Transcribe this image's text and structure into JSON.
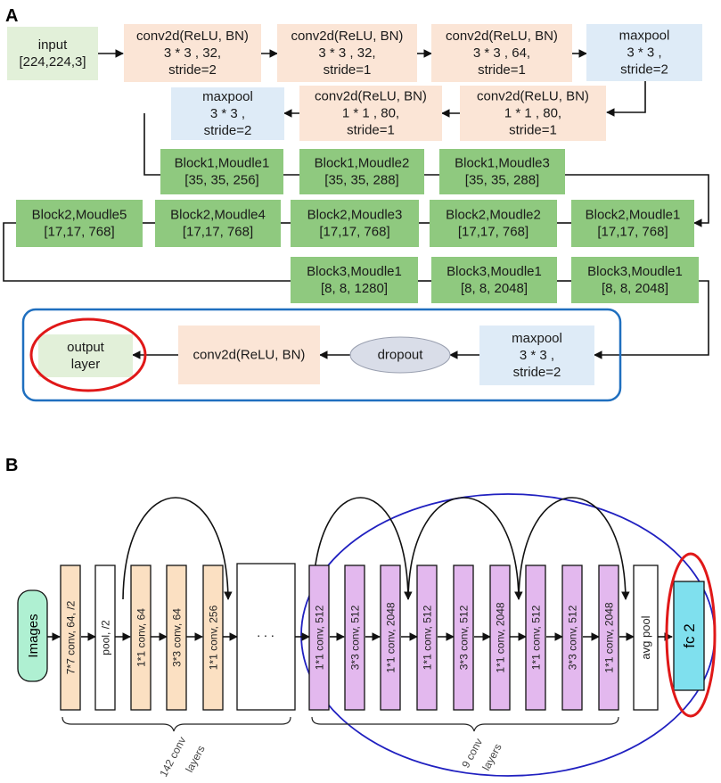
{
  "panel_a": {
    "label": "A",
    "nodes": [
      {
        "id": "input",
        "lines": [
          "input",
          "[224,224,3]"
        ],
        "kind": "input"
      },
      {
        "id": "conv1",
        "lines": [
          "conv2d(ReLU, BN)",
          "3 * 3 , 32,",
          "stride=2"
        ],
        "kind": "conv"
      },
      {
        "id": "conv2",
        "lines": [
          "conv2d(ReLU, BN)",
          "3 * 3 , 32,",
          "stride=1"
        ],
        "kind": "conv"
      },
      {
        "id": "conv3",
        "lines": [
          "conv2d(ReLU, BN)",
          "3 * 3 , 64,",
          "stride=1"
        ],
        "kind": "conv"
      },
      {
        "id": "maxpool1",
        "lines": [
          "maxpool",
          "3 * 3 ,",
          "stride=2"
        ],
        "kind": "pool"
      },
      {
        "id": "conv4",
        "lines": [
          "conv2d(ReLU, BN)",
          "1 * 1 , 80,",
          "stride=1"
        ],
        "kind": "conv"
      },
      {
        "id": "conv5",
        "lines": [
          "conv2d(ReLU, BN)",
          "1 * 1 , 80,",
          "stride=1"
        ],
        "kind": "conv"
      },
      {
        "id": "maxpool2",
        "lines": [
          "maxpool",
          "3 * 3 ,",
          "stride=2"
        ],
        "kind": "pool"
      },
      {
        "id": "b1m1",
        "lines": [
          "Block1,Moudle1",
          "[35, 35, 256]"
        ],
        "kind": "block"
      },
      {
        "id": "b1m2",
        "lines": [
          "Block1,Moudle2",
          "[35, 35, 288]"
        ],
        "kind": "block"
      },
      {
        "id": "b1m3",
        "lines": [
          "Block1,Moudle3",
          "[35, 35, 288]"
        ],
        "kind": "block"
      },
      {
        "id": "b2m1",
        "lines": [
          "Block2,Moudle1",
          "[17,17, 768]"
        ],
        "kind": "block"
      },
      {
        "id": "b2m2",
        "lines": [
          "Block2,Moudle2",
          "[17,17, 768]"
        ],
        "kind": "block"
      },
      {
        "id": "b2m3",
        "lines": [
          "Block2,Moudle3",
          "[17,17, 768]"
        ],
        "kind": "block"
      },
      {
        "id": "b2m4",
        "lines": [
          "Block2,Moudle4",
          "[17,17, 768]"
        ],
        "kind": "block"
      },
      {
        "id": "b2m5",
        "lines": [
          "Block2,Moudle5",
          "[17,17, 768]"
        ],
        "kind": "block"
      },
      {
        "id": "b3m1a",
        "lines": [
          "Block3,Moudle1",
          "[8, 8, 1280]"
        ],
        "kind": "block"
      },
      {
        "id": "b3m1b",
        "lines": [
          "Block3,Moudle1",
          "[8, 8, 2048]"
        ],
        "kind": "block"
      },
      {
        "id": "b3m1c",
        "lines": [
          "Block3,Moudle1",
          "[8, 8, 2048]"
        ],
        "kind": "block"
      },
      {
        "id": "maxpool3",
        "lines": [
          "maxpool",
          "3 * 3 ,",
          "stride=2"
        ],
        "kind": "pool"
      },
      {
        "id": "dropout",
        "lines": [
          "dropout"
        ],
        "kind": "dropout"
      },
      {
        "id": "conv6",
        "lines": [
          "conv2d(ReLU, BN)"
        ],
        "kind": "conv"
      },
      {
        "id": "output",
        "lines": [
          "output",
          "layer"
        ],
        "kind": "input"
      }
    ]
  },
  "panel_b": {
    "label": "B",
    "images_label": "Images",
    "layers": [
      {
        "id": "c7",
        "label": "7*7 conv, 64, /2",
        "kind": "orange"
      },
      {
        "id": "pool",
        "label": "pool, /2",
        "kind": "white"
      },
      {
        "id": "o1",
        "label": "1*1 conv, 64",
        "kind": "orange"
      },
      {
        "id": "o2",
        "label": "3*3 conv, 64",
        "kind": "orange"
      },
      {
        "id": "o3",
        "label": "1*1 conv, 256",
        "kind": "orange"
      },
      {
        "id": "p1",
        "label": "1*1 conv, 512",
        "kind": "purple"
      },
      {
        "id": "p2",
        "label": "3*3 conv, 512",
        "kind": "purple"
      },
      {
        "id": "p3",
        "label": "1*1 conv, 2048",
        "kind": "purple"
      },
      {
        "id": "p4",
        "label": "1*1 conv, 512",
        "kind": "purple"
      },
      {
        "id": "p5",
        "label": "3*3 conv, 512",
        "kind": "purple"
      },
      {
        "id": "p6",
        "label": "1*1 conv, 2048",
        "kind": "purple"
      },
      {
        "id": "p7",
        "label": "1*1 conv, 512",
        "kind": "purple"
      },
      {
        "id": "p8",
        "label": "3*3 conv, 512",
        "kind": "purple"
      },
      {
        "id": "p9",
        "label": "1*1 conv, 2048",
        "kind": "purple"
      },
      {
        "id": "avgpool",
        "label": "avg pool",
        "kind": "white"
      }
    ],
    "ellipsis": ". . .",
    "fc_label": "fc 2",
    "brace_left_label": [
      "142 conv",
      "layers"
    ],
    "brace_right_label": [
      "9 conv",
      "layers"
    ]
  },
  "colors": {
    "input": "#e2f0d9",
    "conv": "#fbe5d6",
    "pool": "#deebf7",
    "block": "#8fc97f",
    "dropout": "#d9dde8",
    "orange": "#fbe0c2",
    "purple": "#e3b8ee",
    "white": "#ffffff",
    "images": "#aff0d2",
    "fc": "#7fe0ee",
    "blue_outline": "#1f6fbf",
    "ellipse_blue": "#2020c0",
    "red": "#e01818"
  }
}
